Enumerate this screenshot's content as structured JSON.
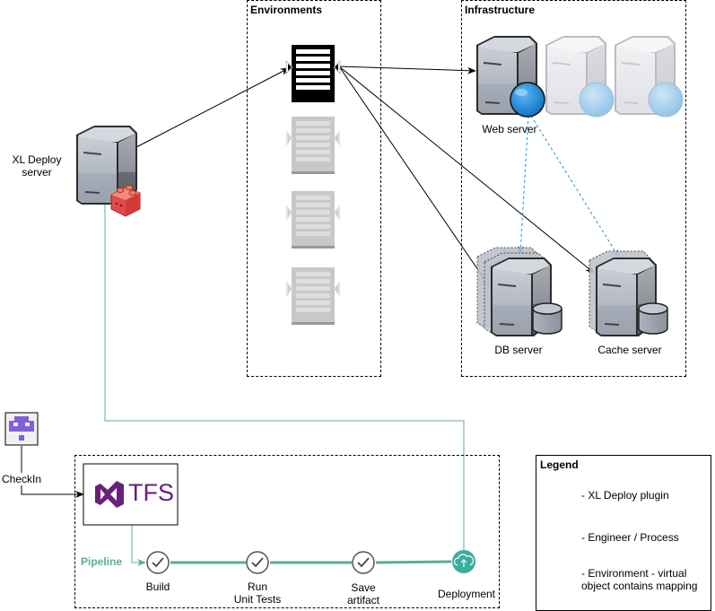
{
  "groups": {
    "environments": {
      "title": "Environments"
    },
    "infrastructure": {
      "title": "Infrastructure"
    },
    "pipeline_group": {
      "title": ""
    }
  },
  "nodes": {
    "xl_deploy_server": {
      "label_line1": "XL Deploy",
      "label_line2": "server"
    },
    "web_server": {
      "label": "Web server"
    },
    "db_server": {
      "label": "DB server"
    },
    "cache_server": {
      "label": "Cache server"
    },
    "engineer": {
      "label": ""
    },
    "tfs": {
      "label": "TFS"
    }
  },
  "edges": {
    "checkin": {
      "label": "CheckIn"
    }
  },
  "pipeline": {
    "label": "Pipeline",
    "steps": [
      {
        "line1": "Build",
        "line2": "",
        "icon": "check-icon"
      },
      {
        "line1": "Run",
        "line2": "Unit Tests",
        "icon": "check-icon"
      },
      {
        "line1": "Save",
        "line2": "artifact",
        "icon": "check-icon"
      },
      {
        "line1": "Deployment",
        "line2": "",
        "icon": "cloud-upload-icon"
      }
    ]
  },
  "legend": {
    "title": "Legend",
    "items": [
      {
        "icon": "plugin-icon",
        "text": "- XL Deploy plugin"
      },
      {
        "icon": "engineer-icon",
        "text": "- Engineer / Process"
      },
      {
        "icon": "environment-icon",
        "line1": "- Environment - virtual",
        "line2": "object contains mapping"
      }
    ]
  },
  "colors": {
    "pipeline_teal": "#5aab9a",
    "dashed_blue": "#1f8fe0",
    "tfs_purple": "#68217a",
    "engineer_purple": "#8060d8",
    "plugin_red": "#e85050"
  }
}
